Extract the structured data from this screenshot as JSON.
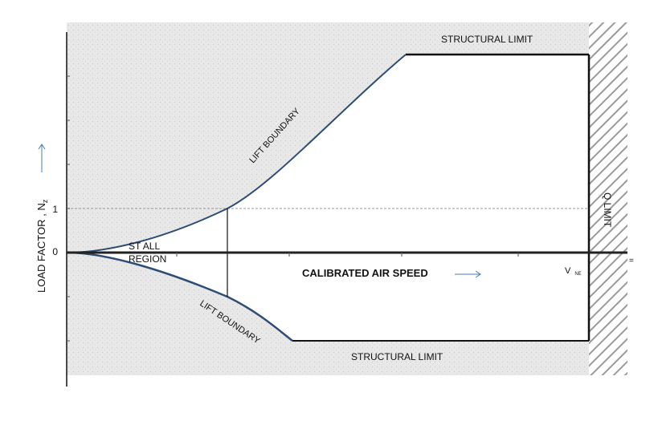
{
  "y_axis": {
    "label_main": "LOAD FACTOR , N",
    "label_sub": "z",
    "ticks": [
      {
        "value": 1,
        "label": "1"
      },
      {
        "value": 0,
        "label": "0"
      }
    ],
    "arrow": "up-arrow-icon"
  },
  "x_axis": {
    "label": "CALIBRATED AIR SPEED",
    "arrow": "right-arrow-icon",
    "end_mark": "="
  },
  "regions": {
    "stall_region": [
      "ST ALL",
      "REGION"
    ],
    "lift_boundary_upper": "LIFT BOUNDARY",
    "lift_boundary_lower": "LIFT BOUNDARY",
    "structural_limit_upper": "STRUCTURAL LIMIT",
    "structural_limit_lower": "STRUCTURAL LIMIT",
    "q_limit": "Q LIMIT"
  },
  "vne": {
    "main": "V",
    "sub": "NE"
  },
  "colors": {
    "curve": "#2e4d73",
    "arrow": "#4a7db3",
    "shade": "#e6e6e6",
    "frame": "#111111",
    "dashed_line": "#999999"
  }
}
